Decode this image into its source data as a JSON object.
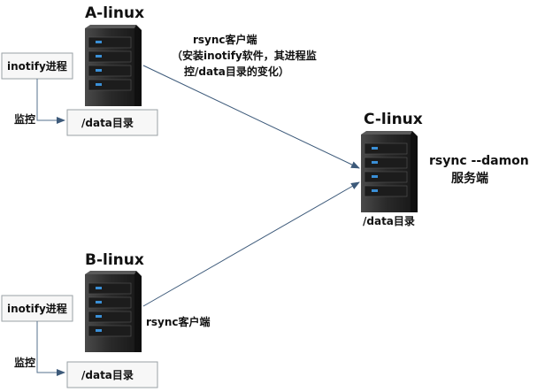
{
  "servers": {
    "a": {
      "title": "A-linux"
    },
    "b": {
      "title": "B-linux"
    },
    "c": {
      "title": "C-linux"
    }
  },
  "labels": {
    "a_client_line1": "rsync客户端",
    "a_client_line2": "（安装inotify软件，其进程监",
    "a_client_line3": "控/data目录的变化）",
    "b_client": "rsync客户端",
    "c_server_line1": "rsync --damon",
    "c_server_line2": "服务端",
    "c_data": "/data目录"
  },
  "boxes": {
    "a_inotify": "inotify进程",
    "a_data": "/data目录",
    "b_inotify": "inotify进程",
    "b_data": "/data目录"
  },
  "monitor": {
    "a": "监控",
    "b": "监控"
  },
  "colors": {
    "server_body": "#2b2b2b",
    "server_led": "#3a8fd6",
    "connector": "#3d5a7a"
  }
}
